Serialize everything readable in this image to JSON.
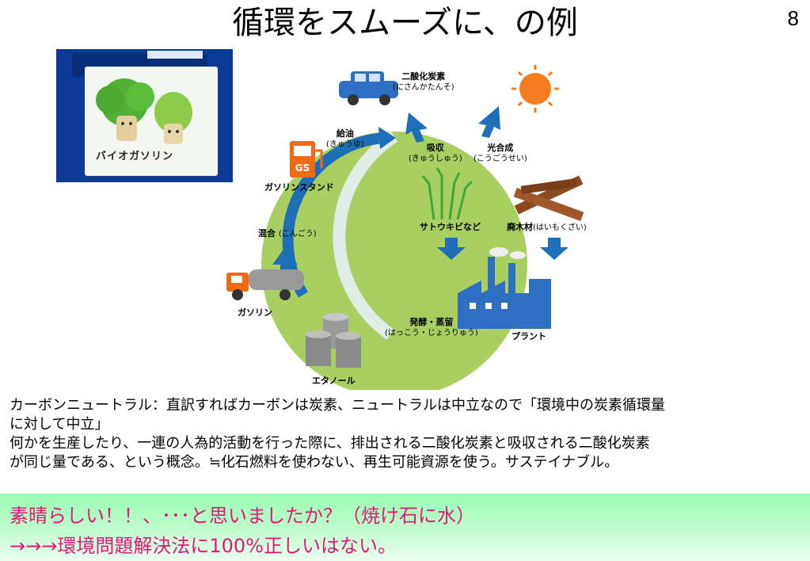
{
  "slide": {
    "title": "循環をスムーズに、の例",
    "page_number": "8"
  },
  "photo": {
    "label": "バイオガソリン"
  },
  "diagram": {
    "co2": "二酸化炭素",
    "co2_reading": "(にさんかたんそ)",
    "absorb": "吸収",
    "absorb_reading": "(きゅうしゅう)",
    "photosynthesis": "光合成",
    "photosynthesis_reading": "(こうごうせい)",
    "refuel": "給油",
    "refuel_reading": "(きゅうゆ)",
    "gs_sign": "GS",
    "gas_station": "ガソリンスタンド",
    "mixing": "混合",
    "mixing_reading": "(こんごう)",
    "sugarcane": "サトウキビなど",
    "waste_wood": "廃木材",
    "waste_wood_reading": "(はいもくざい)",
    "gasoline": "ガソリン",
    "fermentation": "発酵・蒸留",
    "fermentation_reading": "(はっこう・じょうりゅう)",
    "plant": "プラント",
    "ethanol": "エタノール"
  },
  "body": {
    "line1": "カーボンニュートラル：直訳すればカーボンは炭素、ニュートラルは中立なので「環境中の炭素循環量",
    "line2": "に対して中立」",
    "line3": "何かを生産したり、一連の人為的活動を行った際に、排出される二酸化炭素と吸収される二酸化炭素",
    "line4": "が同じ量である、という概念。≒化石燃料を使わない、再生可能資源を使う。サステイナブル。"
  },
  "banner": {
    "line1": "素晴らしい！！、･･･と思いましたか？（焼け石に水）",
    "line2": "→→→環境問題解決法に100%正しいはない。"
  },
  "colors": {
    "banner_text": "#e0187a",
    "circle": "#a9cf63",
    "arrow": "#1f6fb8",
    "car": "#2d6fc0",
    "sun": "#f47d20",
    "truck": "#f06a16"
  }
}
